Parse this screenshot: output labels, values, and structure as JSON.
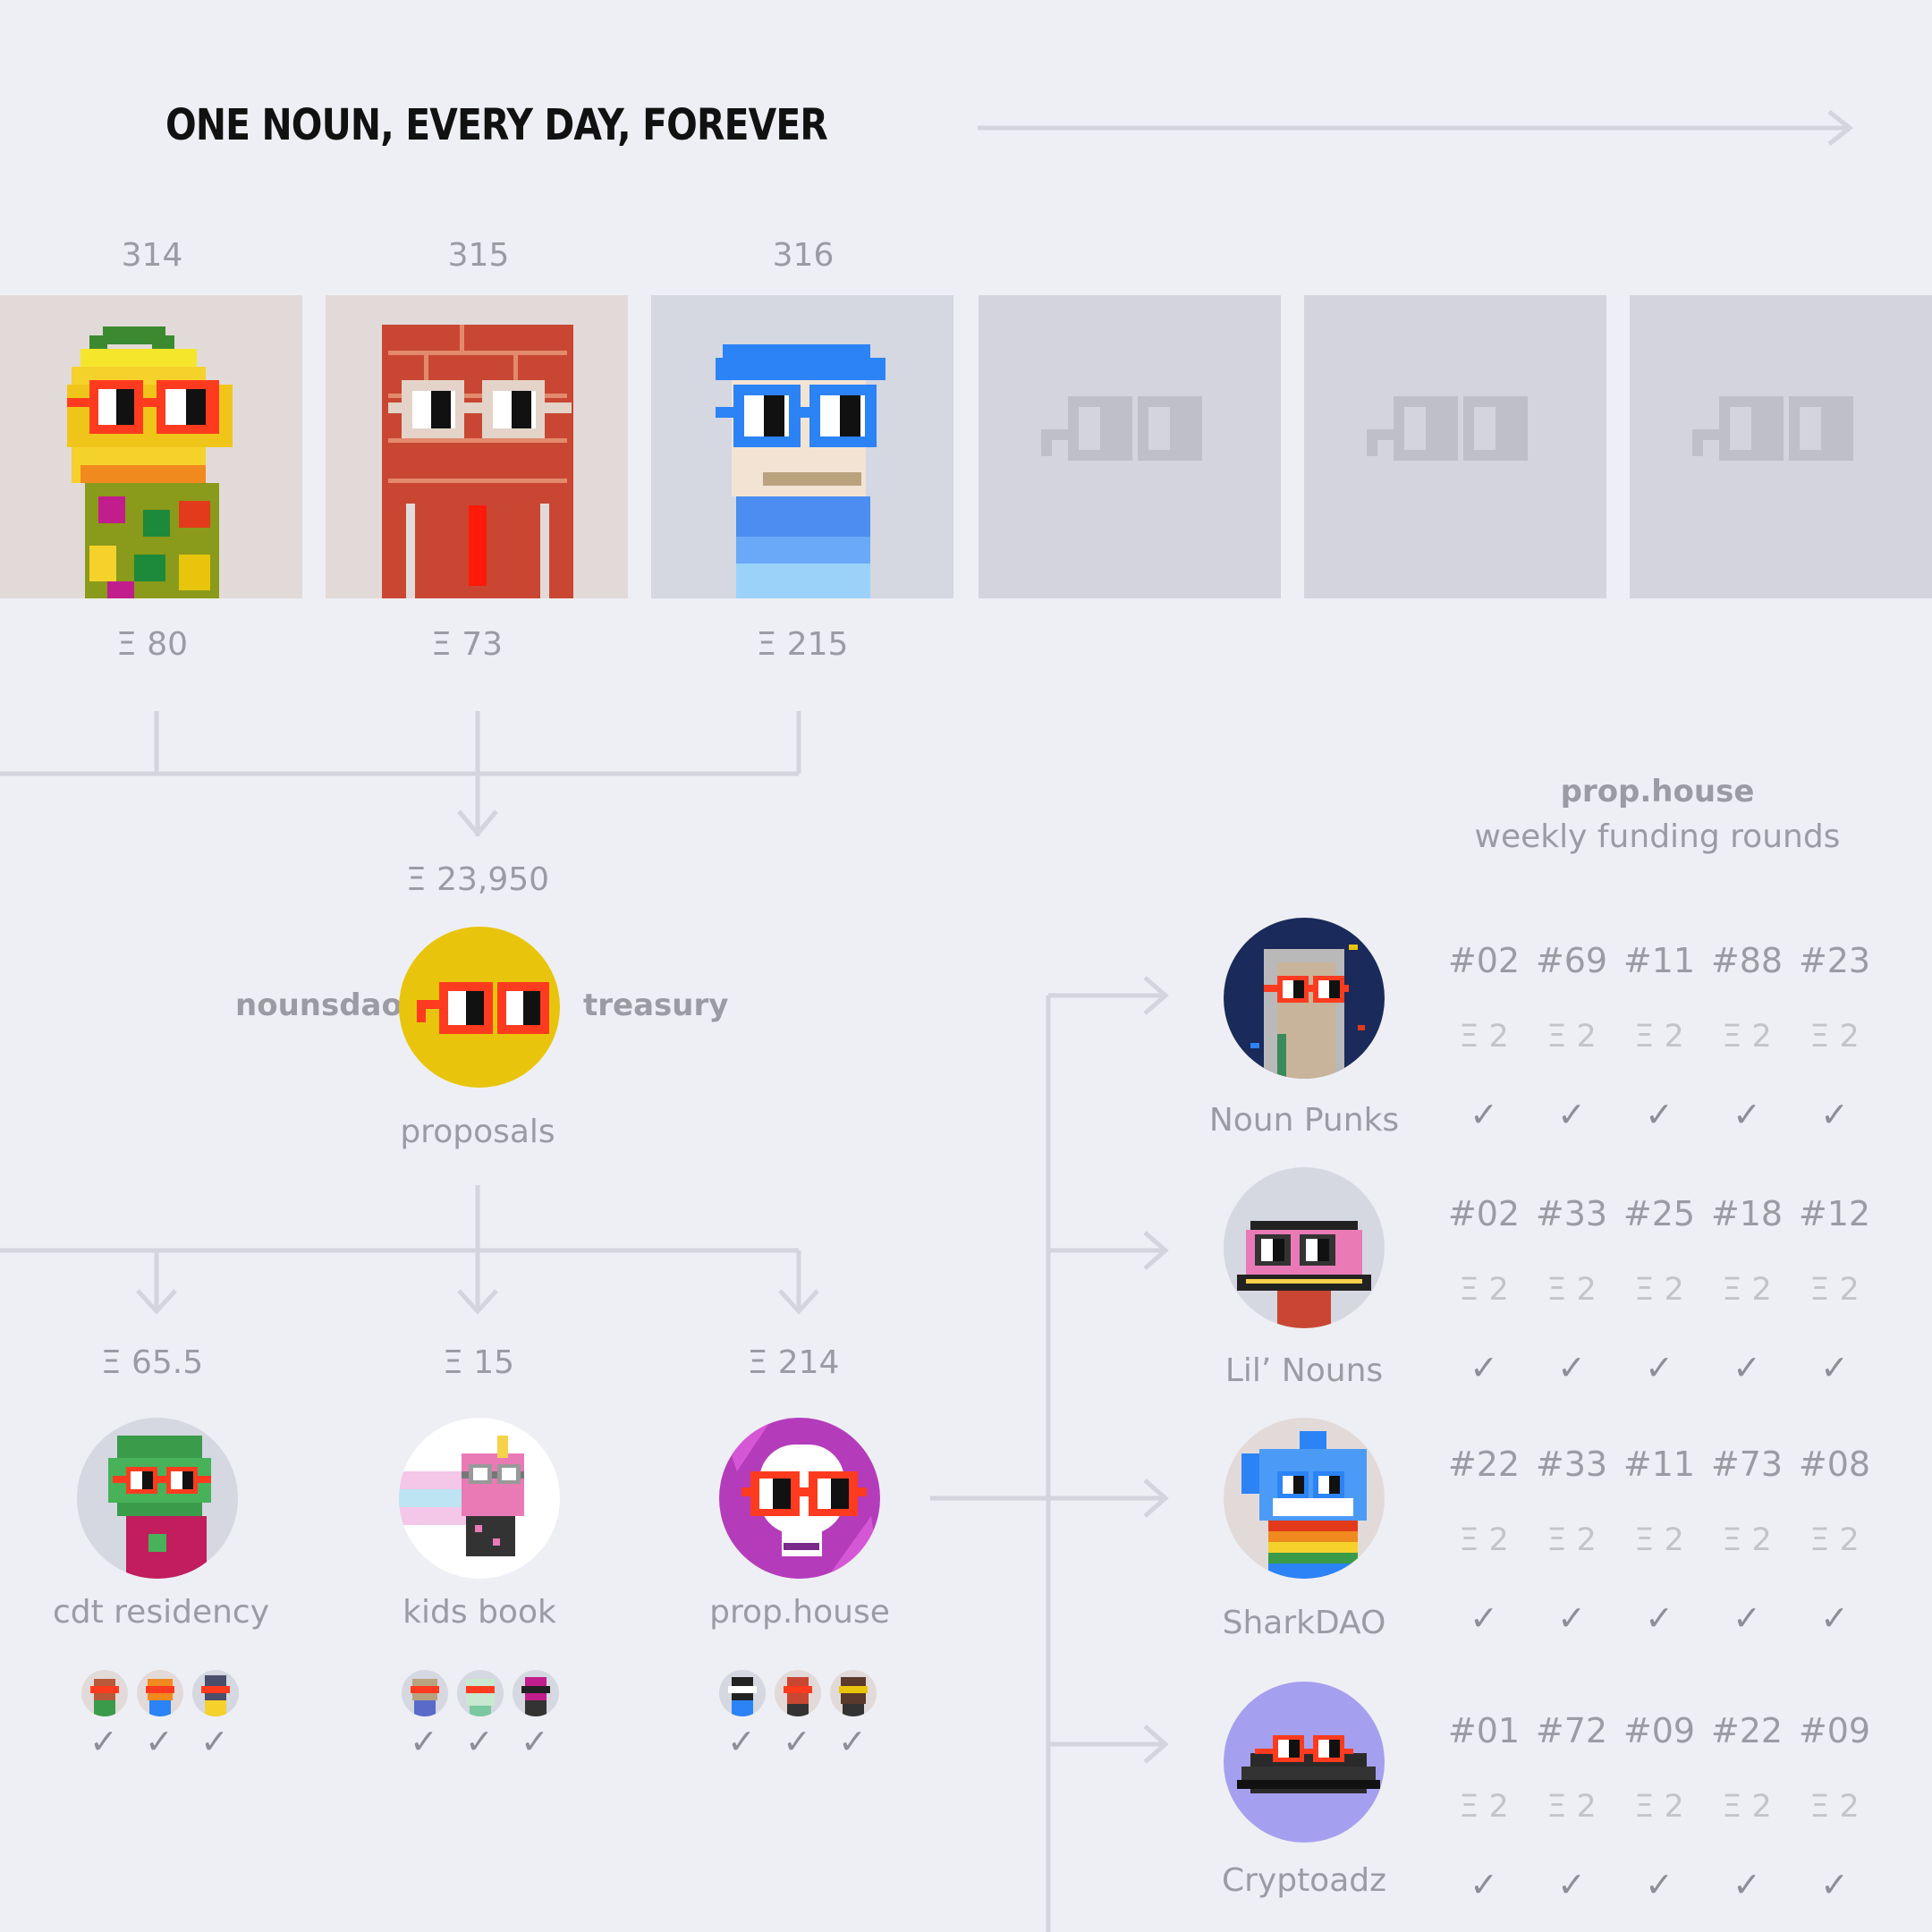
{
  "header": {
    "title": "ONE NOUN, EVERY DAY, FOREVER"
  },
  "auctions": [
    {
      "id": "314",
      "price": "Ξ 80",
      "bg": "#e2dad9"
    },
    {
      "id": "315",
      "price": "Ξ 73",
      "bg": "#e2dad9"
    },
    {
      "id": "316",
      "price": "Ξ 215",
      "bg": "#d5d7e1"
    }
  ],
  "treasury": {
    "amount": "Ξ 23,950",
    "left_label": "nounsdao",
    "right_label": "treasury",
    "sub_label": "proposals",
    "color": "#e8c50c"
  },
  "proposals": [
    {
      "amount": "Ξ 65.5",
      "label": "cdt residency"
    },
    {
      "amount": "Ξ 15",
      "label": "kids book"
    },
    {
      "amount": "Ξ 214",
      "label": "prop.house"
    }
  ],
  "prophouse": {
    "title": "prop.house",
    "subtitle": "weekly funding rounds"
  },
  "communities": [
    {
      "name": "Noun Punks",
      "rounds": [
        "#02",
        "#69",
        "#11",
        "#88",
        "#23"
      ],
      "amount": "Ξ 2"
    },
    {
      "name": "Lil’ Nouns",
      "rounds": [
        "#02",
        "#33",
        "#25",
        "#18",
        "#12"
      ],
      "amount": "Ξ 2"
    },
    {
      "name": "SharkDAO",
      "rounds": [
        "#22",
        "#33",
        "#11",
        "#73",
        "#08"
      ],
      "amount": "Ξ 2"
    },
    {
      "name": "Cryptoadz",
      "rounds": [
        "#01",
        "#72",
        "#09",
        "#22",
        "#09"
      ],
      "amount": "Ξ 2"
    }
  ],
  "check": "✓",
  "icons": {
    "glasses": "noggles-icon",
    "check": "check-icon",
    "arrow": "arrow-icon"
  }
}
